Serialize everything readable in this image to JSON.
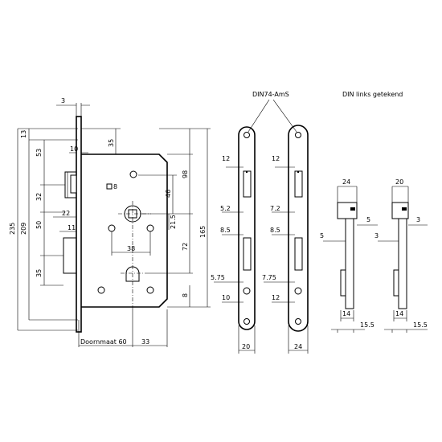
{
  "titles": {
    "din74": "DIN74-AmS",
    "din_left": "DIN links getekend"
  },
  "lock_body": {
    "dim_3": "3",
    "dim_13": "13",
    "dim_53": "53",
    "dim_10": "10",
    "dim_35_top": "35",
    "dim_32": "32",
    "dim_8": "8",
    "dim_46": "46",
    "dim_98": "98",
    "dim_22": "22",
    "dim_50": "50",
    "dim_11": "11",
    "dim_21_5": "21.5",
    "dim_72": "72",
    "dim_165": "165",
    "dim_209": "209",
    "dim_235": "235",
    "dim_38": "38",
    "dim_35_bottom": "35",
    "dim_8_bottom": "8",
    "backset": "Doornmaat 60",
    "dim_33": "33"
  },
  "faceplate_a": {
    "dim_12": "12",
    "dim_5_2": "5.2",
    "dim_8_5": "8.5",
    "dim_5_75": "5.75",
    "dim_10": "10",
    "dim_20": "20"
  },
  "faceplate_b": {
    "dim_12": "12",
    "dim_7_2": "7.2",
    "dim_8_5": "8.5",
    "dim_7_75": "7.75",
    "dim_12b": "12",
    "dim_24": "24"
  },
  "strike_a": {
    "dim_24": "24",
    "dim_5_right": "5",
    "dim_5_left": "5",
    "dim_14": "14",
    "dim_15_5": "15.5"
  },
  "strike_b": {
    "dim_20": "20",
    "dim_3_right": "3",
    "dim_3_left": "3",
    "dim_14": "14",
    "dim_15_5": "15.5"
  }
}
